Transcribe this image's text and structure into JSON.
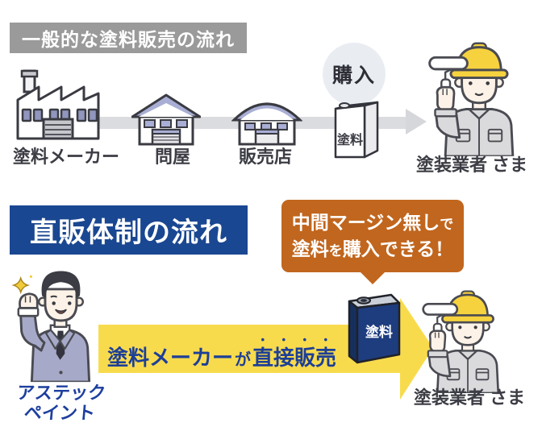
{
  "colors": {
    "general_header_bg": "#9a9a9a",
    "direct_header_bg": "#1a4791",
    "callout_orange": "#c1661e",
    "arrow_yellow": "#f8db4d",
    "navy_text": "#1d3f96",
    "flow_line_gray": "#dbdce0",
    "label_dark": "#3c3d44",
    "helmet_yellow": "#f6d23e",
    "suit_purple": "#a7a9c9",
    "can_navy": "#1e3d7f",
    "roof_blue_gray": "#a9aed4"
  },
  "top_flow": {
    "title": "一般的な塗料販売の流れ",
    "maker_label": "塗料メーカー",
    "wholesaler_label": "問屋",
    "retailer_label": "販売店",
    "purchase_badge": "購入",
    "paint_can_label": "塗料",
    "contractor_label": "塗装業者 さま"
  },
  "direct_flow": {
    "title": "直販体制の流れ",
    "company_name_line1": "アステック",
    "company_name_line2": "ペイント",
    "callout": {
      "line1_main": "中間マージン無し",
      "line1_small": "で",
      "line2_lead": "塗料",
      "line2_small": "を",
      "line2_main": "購入できる！"
    },
    "arrow_text": {
      "main": "塗料メーカー",
      "particle": "が",
      "emphasized": "直接販売"
    },
    "paint_can_label": "塗料",
    "contractor_label": "塗装業者 さま"
  }
}
